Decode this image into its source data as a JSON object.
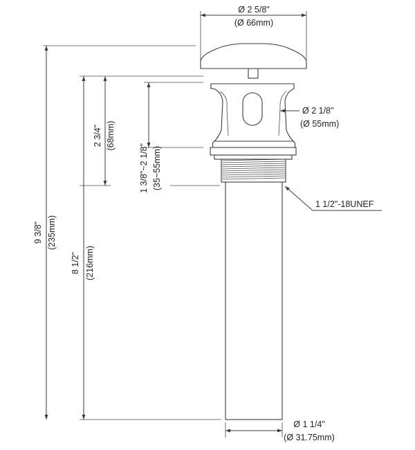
{
  "dimensions": {
    "top_diameter": {
      "imperial": "Ø 2 5/8\"",
      "metric": "(Ø 66mm)"
    },
    "body_diameter": {
      "imperial": "Ø 2 1/8\"",
      "metric": "(Ø 55mm)"
    },
    "thread": {
      "spec": "1 1/2\"-18UNEF"
    },
    "tail_diameter": {
      "imperial": "Ø 1 1/4\"",
      "metric": "(Ø 31.75mm)"
    },
    "total_height": {
      "imperial": "9 3/8\"",
      "metric": "(235mm)"
    },
    "height_below_flange": {
      "imperial": "8 1/2\"",
      "metric": "(216mm)"
    },
    "upper_height": {
      "imperial": "2 3/4\"",
      "metric": "(68mm)"
    },
    "thickness_range": {
      "imperial": "1 3/8\"~2 1/8\"",
      "metric": "(35~55mm)"
    }
  }
}
